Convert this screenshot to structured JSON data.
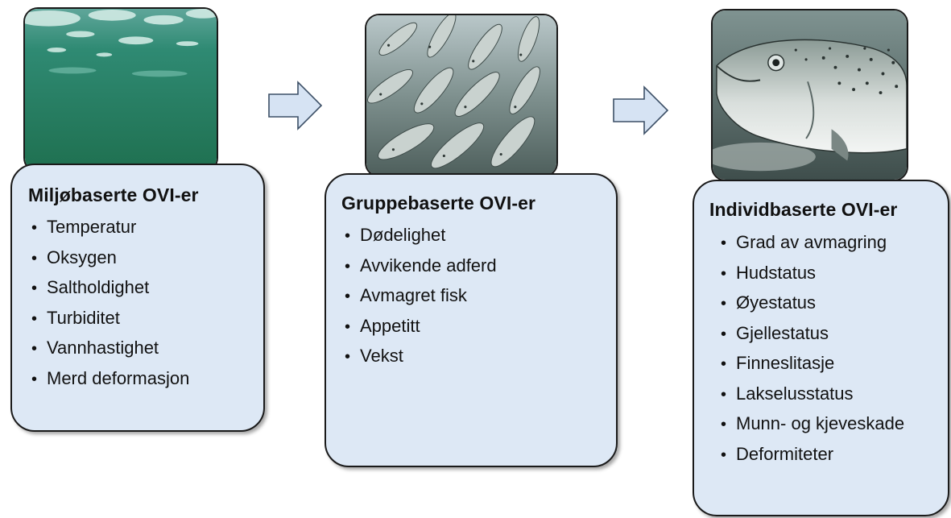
{
  "columns": [
    {
      "title": "Miljøbaserte OVI-er",
      "photo_subject": "underwater-surface-icon",
      "items": [
        "Temperatur",
        "Oksygen",
        "Saltholdighet",
        "Turbiditet",
        "Vannhastighet",
        "Merd deformasjon"
      ]
    },
    {
      "title": "Gruppebaserte OVI-er",
      "photo_subject": "fish-school-icon",
      "items": [
        "Dødelighet",
        "Avvikende adferd",
        "Avmagret fisk",
        "Appetitt",
        "Vekst"
      ]
    },
    {
      "title": "Individbaserte OVI-er",
      "photo_subject": "salmon-icon",
      "items": [
        "Grad av avmagring",
        "Hudstatus",
        "Øyestatus",
        "Gjellestatus",
        "Finneslitasje",
        "Lakselusstatus",
        "Munn- og kjeveskade",
        "Deformiteter"
      ]
    }
  ],
  "bullet_char": "•",
  "colors": {
    "card_fill": "#dde8f5",
    "card_border": "#1a1a1a",
    "arrow_fill": "#d6e3f3",
    "arrow_stroke": "#3c4f66"
  }
}
